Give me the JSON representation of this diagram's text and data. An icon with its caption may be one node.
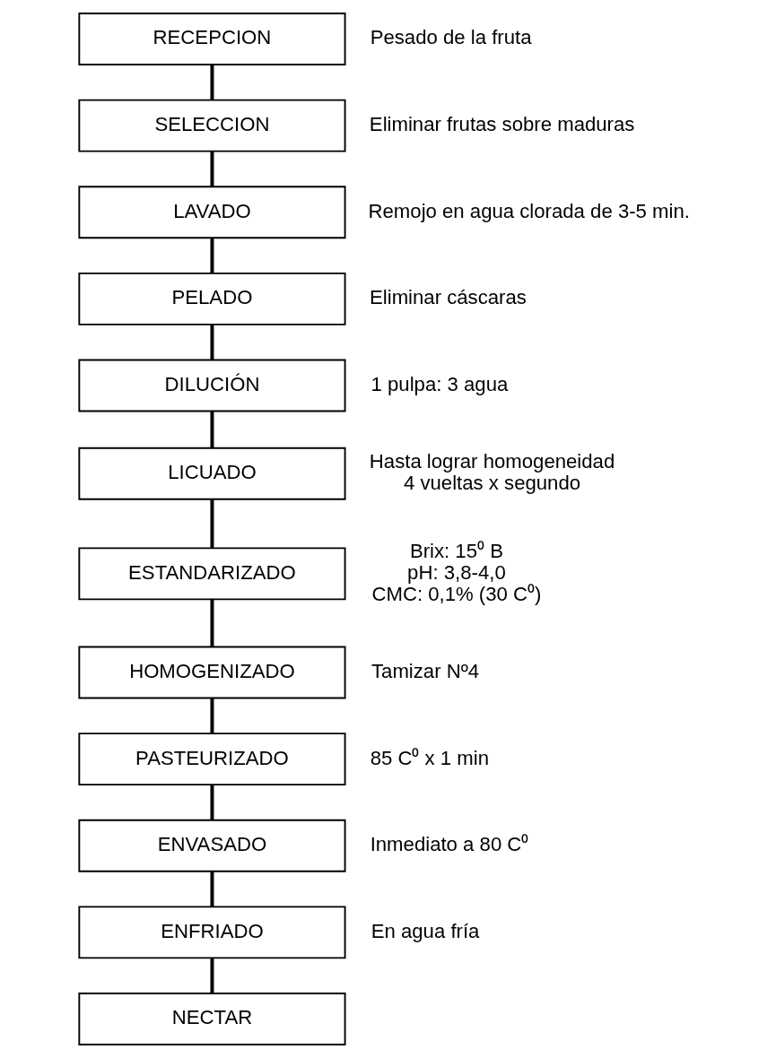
{
  "diagram": {
    "nodes": [
      {
        "text": [
          "RECEPCION"
        ],
        "beside": [
          "Pesado de la fruta"
        ]
      },
      {
        "text": [
          "SELECCION"
        ],
        "beside": [
          "Eliminar frutas sobre maduras"
        ]
      },
      {
        "text": [
          "LAVADO"
        ],
        "beside": [
          "Remojo en agua clorada de 3-5 min."
        ]
      },
      {
        "text": [
          "PELADO"
        ],
        "beside": [
          "Eliminar cáscaras"
        ]
      },
      {
        "text": [
          "DILUCIÓN"
        ],
        "beside": [
          "1 pulpa: 3 agua"
        ]
      },
      {
        "text": [
          "LICUADO"
        ],
        "beside": [
          "Hasta lograr homogeneidad",
          "4 vueltas x segundo"
        ]
      },
      {
        "text": [
          "ESTANDARIZADO"
        ],
        "beside": [
          "Brix: 15⁰ B",
          "pH: 3,8-4,0",
          "CMC: 0,1% (30 C⁰)"
        ]
      },
      {
        "text": [
          "HOMOGENIZADO"
        ],
        "beside": [
          "Tamizar Nº4"
        ]
      },
      {
        "text": [
          "PASTEURIZADO"
        ],
        "beside": [
          "85 C⁰ x 1 min"
        ]
      },
      {
        "text": [
          "ENVASADO"
        ],
        "beside": [
          "Inmediato a 80 C⁰"
        ]
      },
      {
        "text": [
          "ENFRIADO"
        ],
        "beside": [
          "En agua fría"
        ]
      },
      {
        "text": [
          "NECTAR"
        ]
      }
    ],
    "edges": [
      {
        "from": 0,
        "to": 1,
        "arrow": "none"
      },
      {
        "from": 1,
        "to": 2,
        "arrow": "none"
      },
      {
        "from": 2,
        "to": 3,
        "arrow": "none"
      },
      {
        "from": 3,
        "to": 4,
        "arrow": "none"
      },
      {
        "from": 4,
        "to": 5,
        "arrow": "none"
      },
      {
        "from": 5,
        "to": 6,
        "arrow": "none"
      },
      {
        "from": 6,
        "to": 7,
        "arrow": "none"
      },
      {
        "from": 7,
        "to": 8,
        "arrow": "none"
      },
      {
        "from": 8,
        "to": 9,
        "arrow": "none"
      },
      {
        "from": 9,
        "to": 10,
        "arrow": "none"
      },
      {
        "from": 10,
        "to": 11,
        "arrow": "none"
      }
    ]
  }
}
